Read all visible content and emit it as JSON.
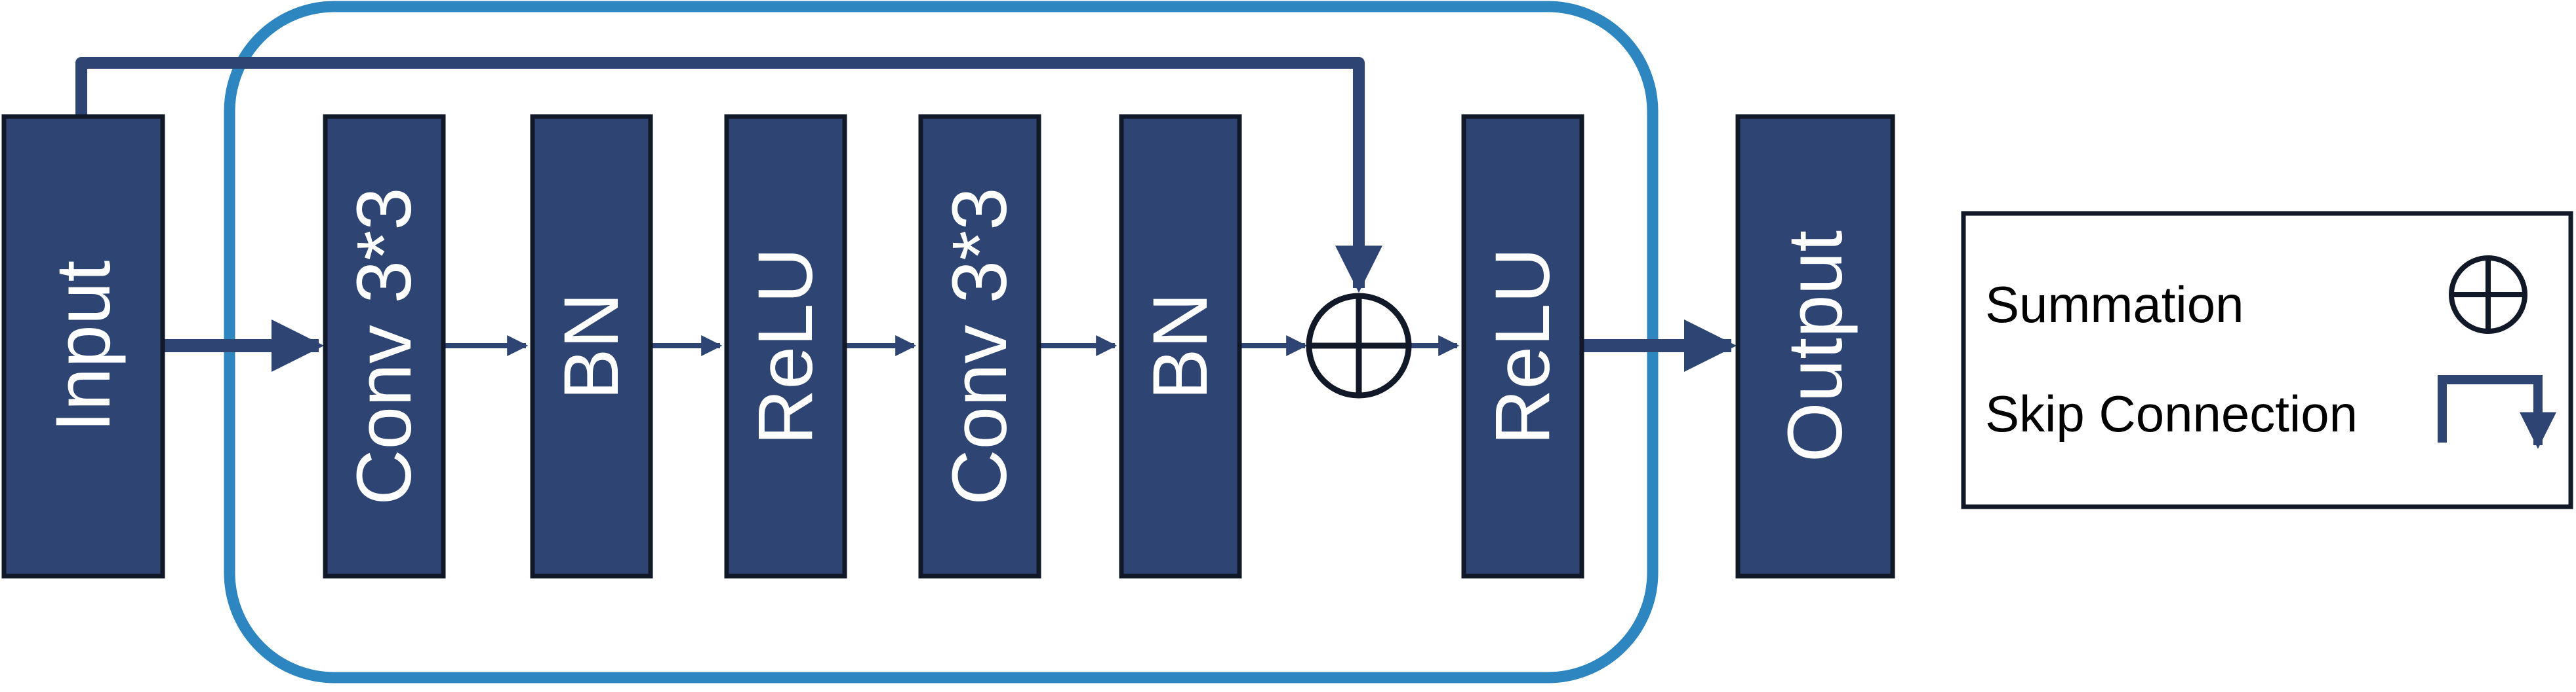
{
  "colors": {
    "block_fill": "#2e4473",
    "block_stroke": "#111827",
    "residual_frame": "#2e86c1",
    "connector": "#2e4473",
    "background": "#ffffff"
  },
  "blocks": [
    {
      "id": "input",
      "label": "Input"
    },
    {
      "id": "conv1",
      "label": "Conv 3*3"
    },
    {
      "id": "bn1",
      "label": "BN"
    },
    {
      "id": "relu1",
      "label": "ReLU"
    },
    {
      "id": "conv2",
      "label": "Conv 3*3"
    },
    {
      "id": "bn2",
      "label": "BN"
    },
    {
      "id": "relu2",
      "label": "ReLU"
    },
    {
      "id": "output",
      "label": "Output"
    }
  ],
  "summation_symbol": "circle-plus",
  "legend": {
    "summation_label": "Summation",
    "summation_icon": "circle-plus-icon",
    "skip_label": "Skip Connection",
    "skip_icon": "skip-connection-icon"
  }
}
